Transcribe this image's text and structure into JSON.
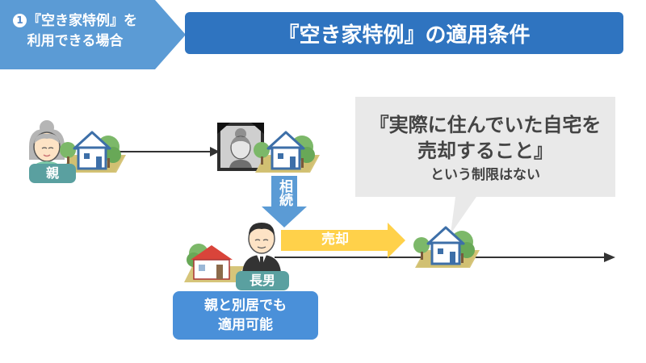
{
  "step": {
    "number": "1",
    "line1": "『空き家特例』を",
    "line2": "利用できる場合"
  },
  "title": "『空き家特例』の適用条件",
  "bubble": {
    "line1": "『実際に住んでいた自宅を",
    "line2": "売却すること』",
    "line3": "という制限はない"
  },
  "labels": {
    "parent": "親",
    "inherit": "相続",
    "sell": "売却",
    "son": "長男"
  },
  "condition": {
    "line1": "親と別居でも",
    "line2": "適用可能"
  },
  "colors": {
    "title_bar": "#2f74c0",
    "chevron": "#5b9bd5",
    "tag": "#5aa0a0",
    "arrow_blue": "#5b9bd5",
    "arrow_yellow": "#ffd14a",
    "bubble": "#e9e9e9"
  }
}
